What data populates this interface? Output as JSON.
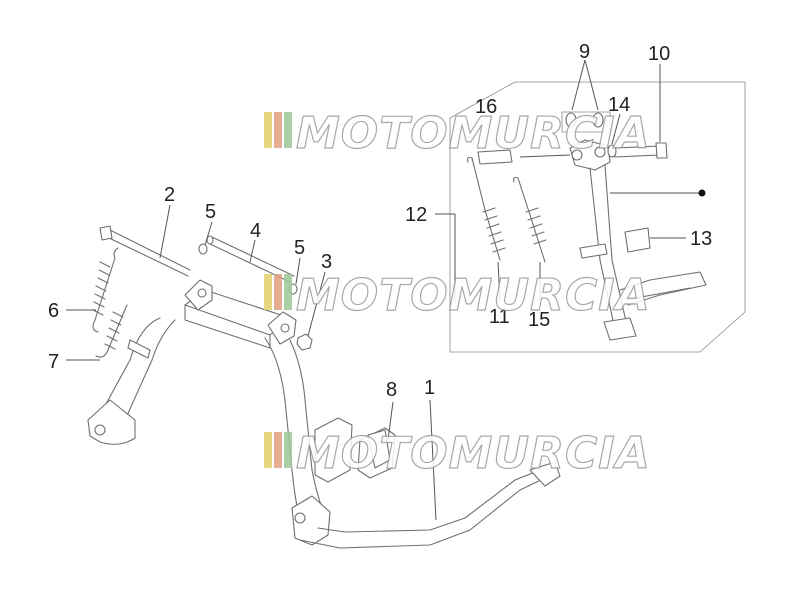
{
  "watermark": {
    "text": "MOTOMURCIA",
    "stripe_colors": [
      "#e3d06a",
      "#e2a07e",
      "#9fc79a"
    ]
  },
  "callouts": {
    "c1": "1",
    "c2": "2",
    "c3": "3",
    "c4": "4",
    "c5a": "5",
    "c5b": "5",
    "c6": "6",
    "c7": "7",
    "c8": "8",
    "c9": "9",
    "c10": "10",
    "c11": "11",
    "c12": "12",
    "c13": "13",
    "c14": "14",
    "c15": "15",
    "c16": "16"
  }
}
